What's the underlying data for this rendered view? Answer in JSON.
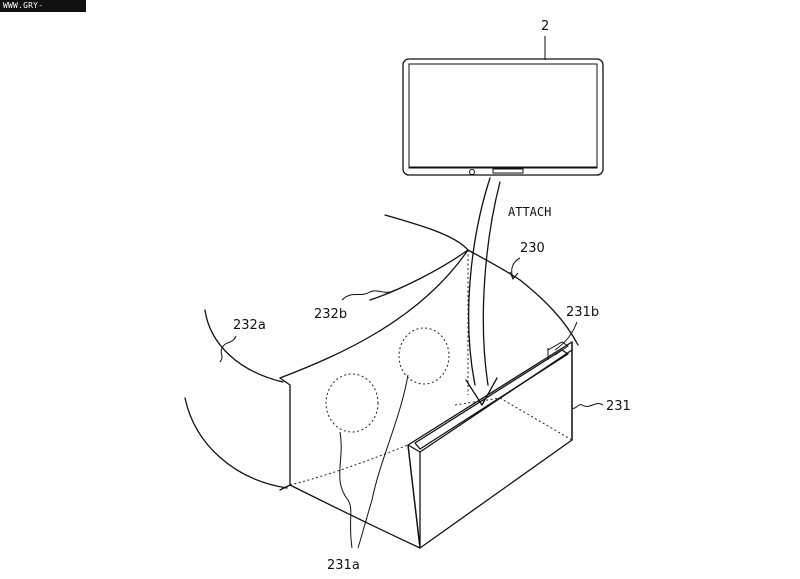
{
  "watermark": "WWW.GRY-ONLINE.PL",
  "labels": {
    "device": "2",
    "attach": "ATTACH",
    "goggles": "230",
    "body": "231",
    "slot": "231b",
    "lenses": "231a",
    "strap_left": "232a",
    "strap_top": "232b"
  }
}
